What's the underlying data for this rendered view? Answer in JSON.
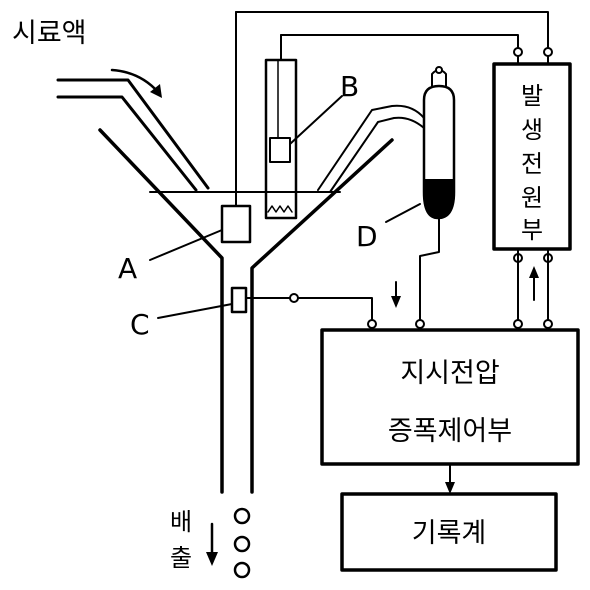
{
  "labels": {
    "sample_liquid": "시료액",
    "discharge": [
      "배",
      "출"
    ],
    "A": "A",
    "B": "B",
    "C": "C",
    "D": "D"
  },
  "boxes": {
    "generator_power": [
      "발",
      "생",
      "전",
      "원",
      "부"
    ],
    "control_unit": [
      "지시전압",
      "증폭제어부"
    ],
    "recorder": "기록계"
  },
  "colors": {
    "ink": "#000000",
    "background": "#ffffff"
  }
}
